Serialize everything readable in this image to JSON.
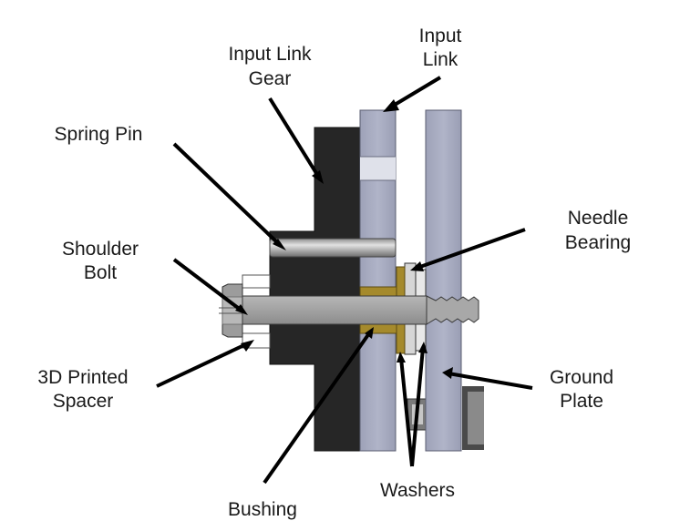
{
  "labels": {
    "input_link": [
      "Input",
      "Link"
    ],
    "input_link_gear": [
      "Input Link",
      "Gear"
    ],
    "spring_pin": [
      "Spring Pin"
    ],
    "needle_bearing": [
      "Needle",
      "Bearing"
    ],
    "shoulder_bolt": [
      "Shoulder",
      "Bolt"
    ],
    "printed_spacer": [
      "3D Printed",
      "Spacer"
    ],
    "ground_plate": [
      "Ground",
      "Plate"
    ],
    "washers": [
      "Washers"
    ],
    "bushing": [
      "Bushing"
    ]
  },
  "colors": {
    "background": "#ffffff",
    "gear": "#262626",
    "link_plate": "#a7abc0",
    "link_plate_edge": "#5a5d70",
    "bolt": "#a4a4a4",
    "bolt_edge": "#3a3a3a",
    "bronze": "#a58a2c",
    "leader": "#000000",
    "text": "#1a1a1a"
  }
}
